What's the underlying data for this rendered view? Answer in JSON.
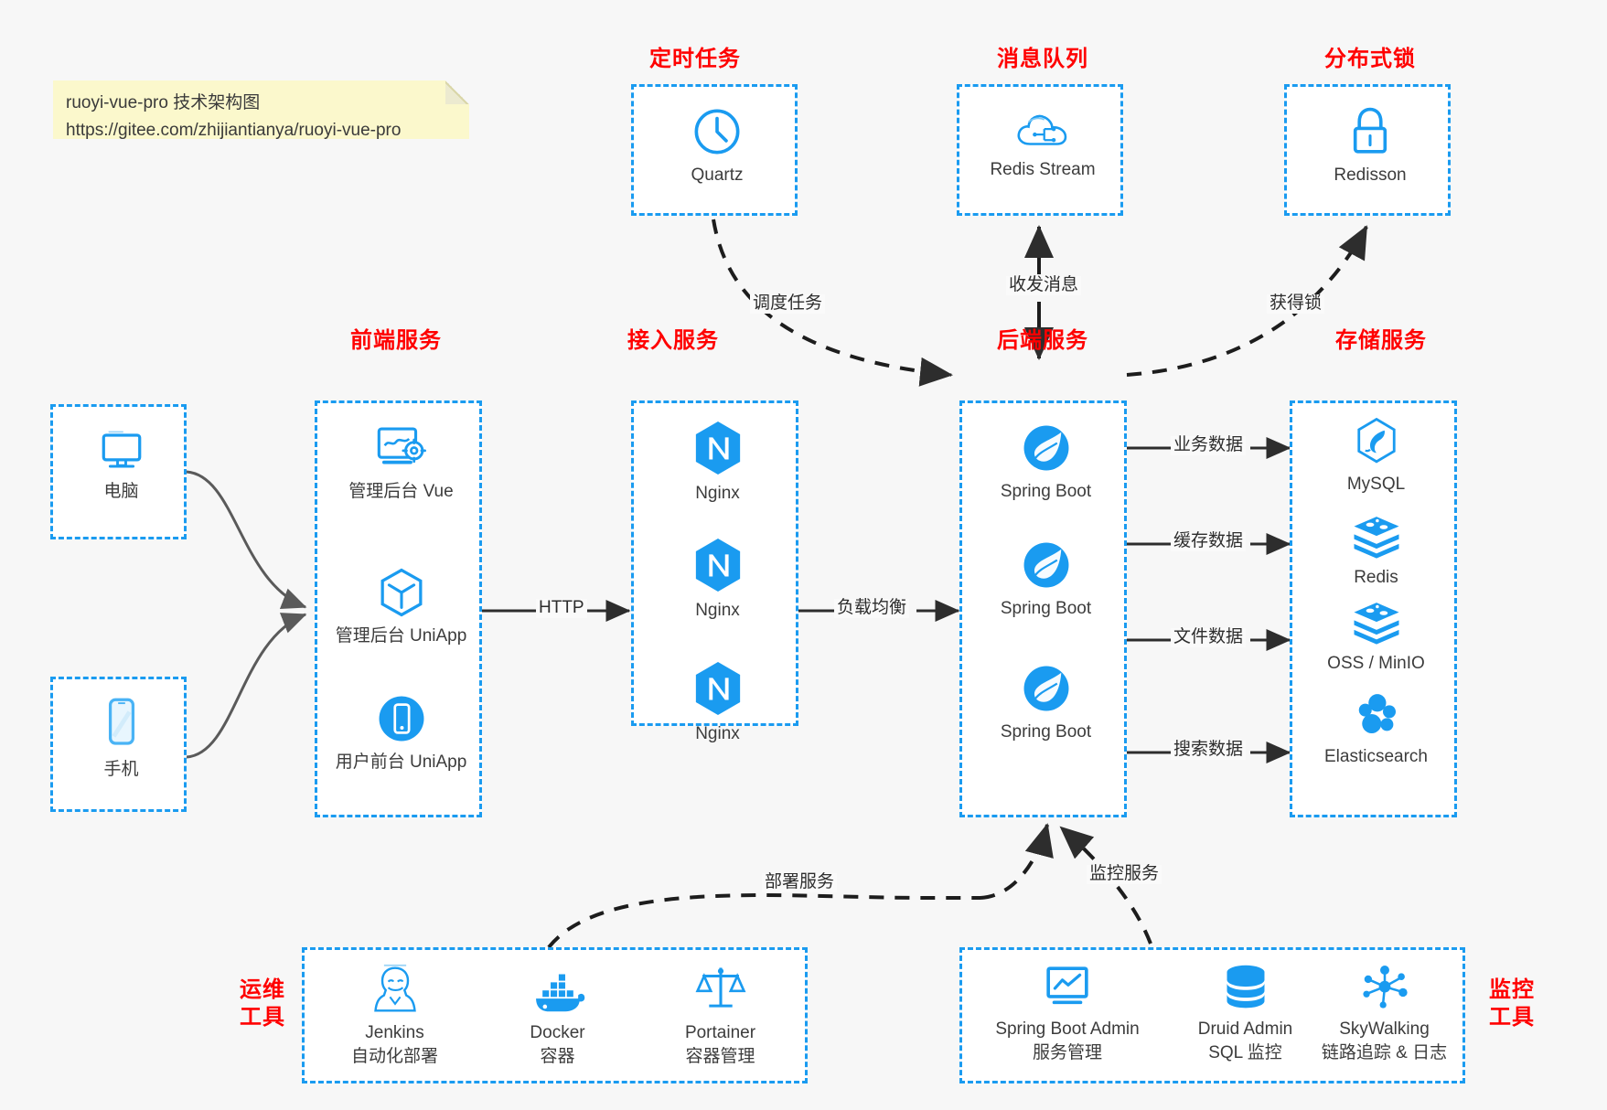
{
  "note": {
    "line1": "ruoyi-vue-pro 技术架构图",
    "line2": "https://gitee.com/zhijiantianya/ruoyi-vue-pro"
  },
  "colors": {
    "accent": "#1a9bf0",
    "group_label": "#ff0000",
    "background": "#f7f7f7",
    "note_bg": "#fbf8cc",
    "arrow": "#2d2d2d"
  },
  "groups": {
    "scheduled_task": "定时任务",
    "message_queue": "消息队列",
    "distributed_lock": "分布式锁",
    "frontend_service": "前端服务",
    "gateway_service": "接入服务",
    "backend_service": "后端服务",
    "storage_service": "存储服务",
    "devops_tools_l1": "运维",
    "devops_tools_l2": "工具",
    "monitor_tools_l1": "监控",
    "monitor_tools_l2": "工具"
  },
  "nodes": {
    "quartz": {
      "label": "Quartz",
      "icon": "clock-icon"
    },
    "redis_stream": {
      "label": "Redis Stream",
      "icon": "cloud-stream-icon"
    },
    "redisson": {
      "label": "Redisson",
      "icon": "lock-icon"
    },
    "computer": {
      "label": "电脑",
      "icon": "desktop-icon"
    },
    "phone": {
      "label": "手机",
      "icon": "mobile-icon"
    },
    "admin_vue": {
      "label": "管理后台 Vue",
      "icon": "dashboard-gear-icon"
    },
    "admin_uniapp": {
      "label": "管理后台 UniApp",
      "icon": "cube-icon"
    },
    "user_uniapp": {
      "label": "用户前台 UniApp",
      "icon": "phone-circle-icon"
    },
    "nginx1": {
      "label": "Nginx",
      "icon": "nginx-icon"
    },
    "nginx2": {
      "label": "Nginx",
      "icon": "nginx-icon"
    },
    "nginx3": {
      "label": "Nginx",
      "icon": "nginx-icon"
    },
    "springboot1": {
      "label": "Spring Boot",
      "icon": "spring-leaf-icon"
    },
    "springboot2": {
      "label": "Spring Boot",
      "icon": "spring-leaf-icon"
    },
    "springboot3": {
      "label": "Spring Boot",
      "icon": "spring-leaf-icon"
    },
    "mysql": {
      "label": "MySQL",
      "icon": "mysql-dolphin-icon"
    },
    "redis": {
      "label": "Redis",
      "icon": "redis-stack-icon"
    },
    "oss_minio": {
      "label": "OSS / MinIO",
      "icon": "redis-stack-icon"
    },
    "elasticsearch": {
      "label": "Elasticsearch",
      "icon": "elasticsearch-icon"
    },
    "jenkins": {
      "label": "Jenkins",
      "sublabel": "自动化部署",
      "icon": "jenkins-butler-icon"
    },
    "docker": {
      "label": "Docker",
      "sublabel": "容器",
      "icon": "docker-whale-icon"
    },
    "portainer": {
      "label": "Portainer",
      "sublabel": "容器管理",
      "icon": "scales-icon"
    },
    "spring_boot_admin": {
      "label": "Spring Boot Admin",
      "sublabel": "服务管理",
      "icon": "monitor-chart-icon"
    },
    "druid_admin": {
      "label": "Druid Admin",
      "sublabel": "SQL 监控",
      "icon": "database-icon"
    },
    "skywalking": {
      "label": "SkyWalking",
      "sublabel": "链路追踪 & 日志",
      "icon": "network-nodes-icon"
    }
  },
  "edges": {
    "schedule_task": "调度任务",
    "send_receive_message": "收发消息",
    "acquire_lock": "获得锁",
    "http": "HTTP",
    "load_balance": "负载均衡",
    "business_data": "业务数据",
    "cache_data": "缓存数据",
    "file_data": "文件数据",
    "search_data": "搜索数据",
    "deploy_service": "部署服务",
    "monitor_service": "监控服务"
  }
}
